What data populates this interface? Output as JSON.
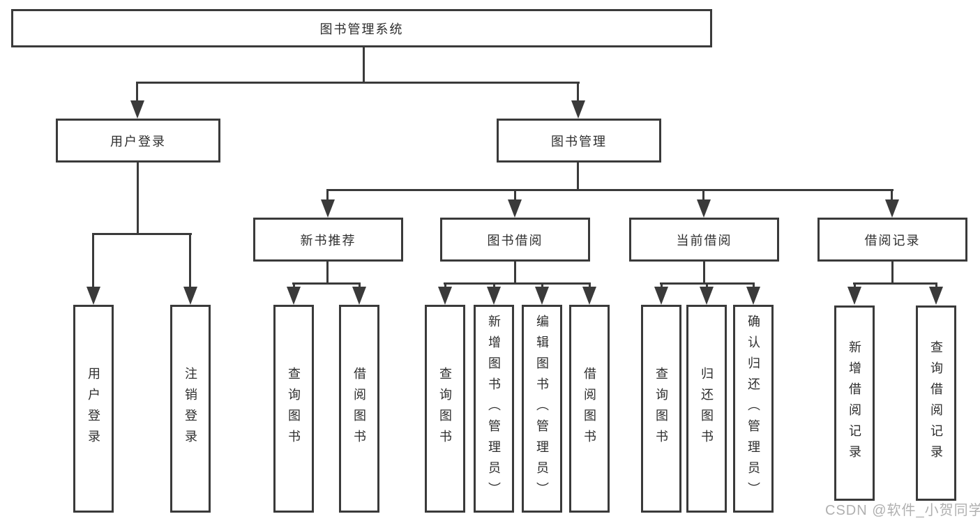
{
  "diagram": {
    "type": "hierarchy-tree",
    "colors": {
      "background": "#ffffff",
      "line": "#3a3a3a",
      "box_border": "#3a3a3a",
      "box_fill": "#ffffff",
      "text": "#2e2e2e",
      "watermark": "#b0b0b0"
    },
    "nodes": {
      "root": "图书管理系统",
      "user_login": "用户登录",
      "book_mgmt": "图书管理",
      "new_book_rec": "新书推荐",
      "book_borrow": "图书借阅",
      "current_borrow": "当前借阅",
      "borrow_records": "借阅记录",
      "leaf_user_login": "用户登录",
      "leaf_logout": "注销登录",
      "leaf_nb_query": "查询图书",
      "leaf_nb_borrow": "借阅图书",
      "leaf_bb_query": "查询图书",
      "leaf_bb_add": "新增图书（管理员）",
      "leaf_bb_edit": "编辑图书（管理员）",
      "leaf_bb_borrow": "借阅图书",
      "leaf_cb_query": "查询图书",
      "leaf_cb_return": "归还图书",
      "leaf_cb_confirm": "确认归还（管理员）",
      "leaf_br_add": "新增借阅记录",
      "leaf_br_query": "查询借阅记录"
    },
    "watermark": "CSDN @软件_小贺同学"
  }
}
